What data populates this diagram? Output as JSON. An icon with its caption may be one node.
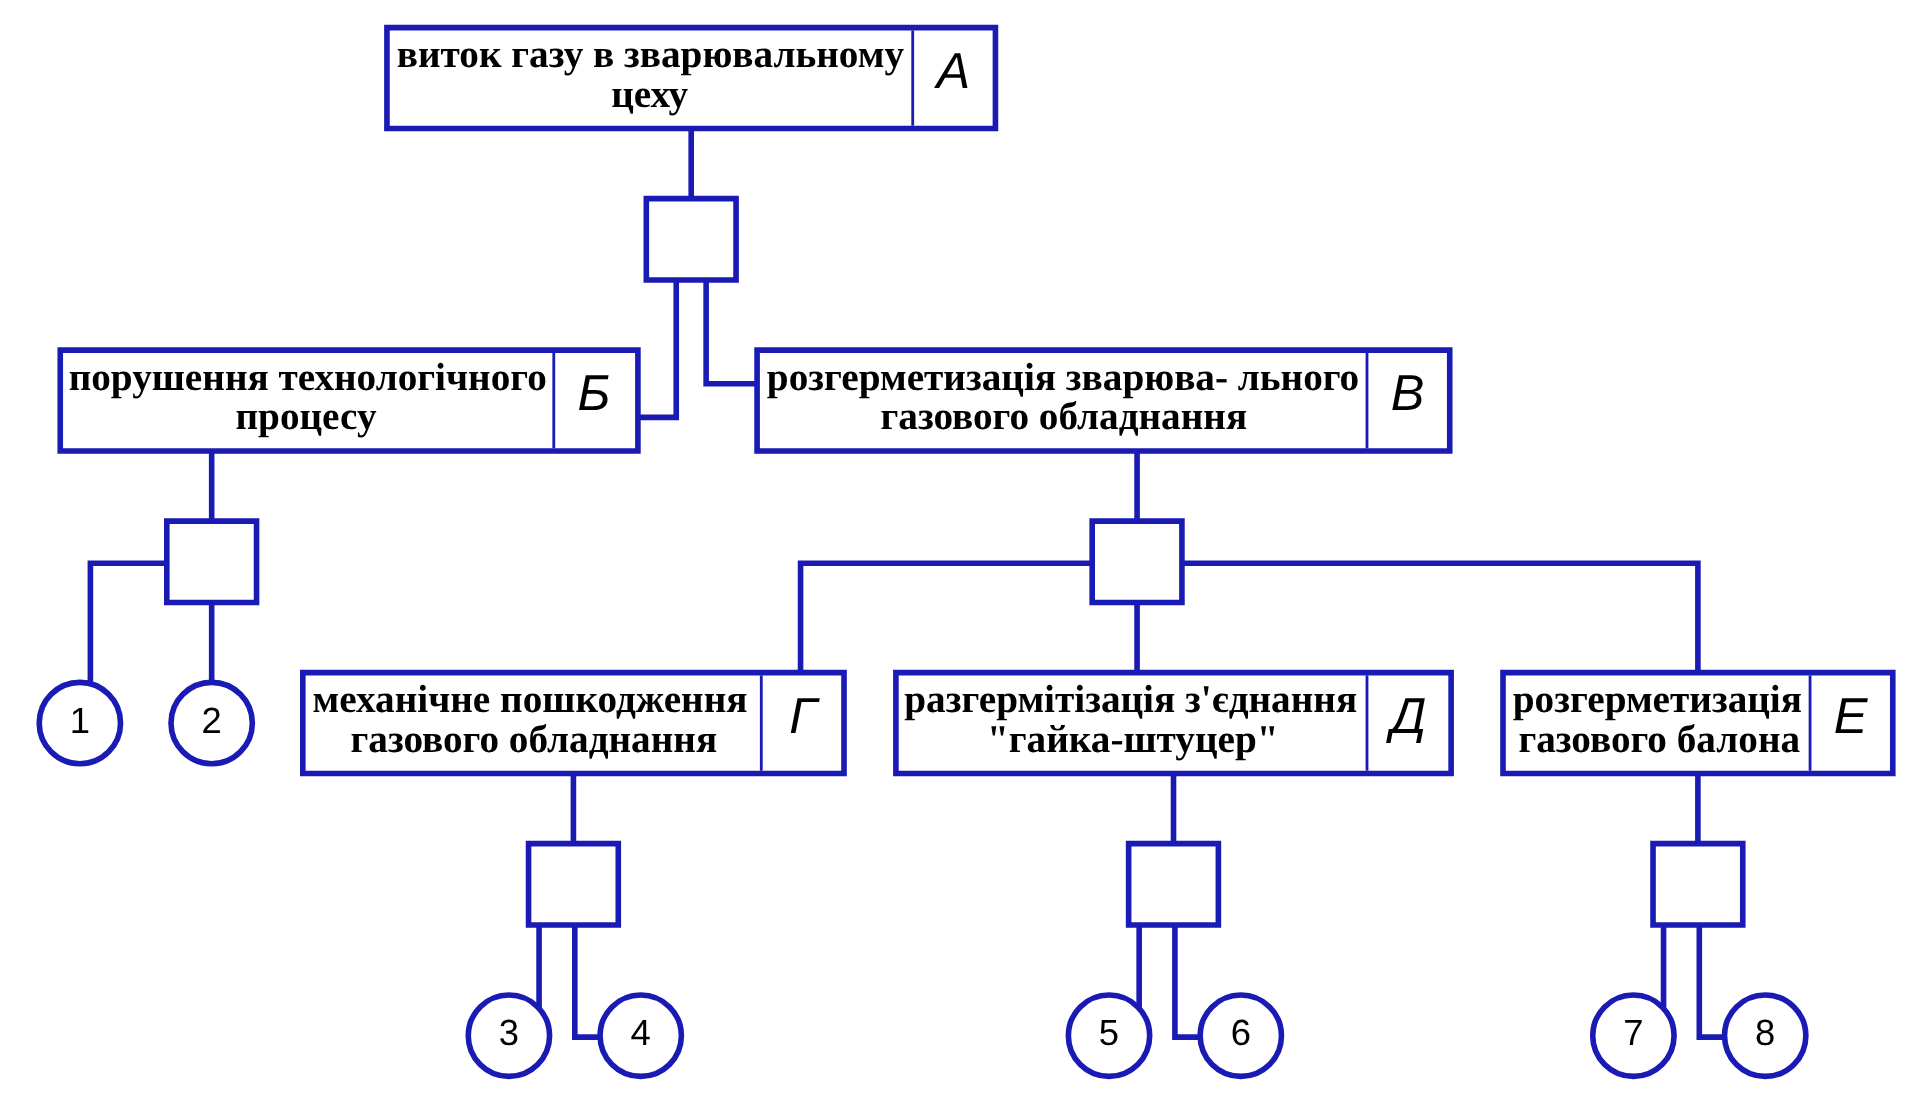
{
  "diagram": {
    "nodes": [
      {
        "text": [
          "виток газу в зварювальному цеху",
          "А"
        ]
      },
      {
        "text": [],
        "shape": "box"
      },
      {
        "text": [
          "порушення технологічного процесу",
          "Б"
        ]
      },
      {
        "text": [
          "розгерметизація зварюва- льного газового обладнання",
          "В"
        ]
      },
      {
        "text": [],
        "shape": "box"
      },
      {
        "text": [
          "1"
        ]
      },
      {
        "text": [
          "2"
        ]
      },
      {
        "text": [],
        "shape": "box"
      },
      {
        "text": [
          "механічне пошкодження газового обладнання",
          "Г"
        ]
      },
      {
        "text": [
          "разгермітізація з'єднання \"гайка-штуцер\"",
          "Д"
        ]
      },
      {
        "text": [
          "розгерметизація газового балона",
          "Е"
        ]
      },
      {
        "text": [],
        "shape": "box"
      },
      {
        "text": [
          "3"
        ]
      },
      {
        "text": [
          "4"
        ]
      },
      {
        "text": [],
        "shape": "box"
      },
      {
        "text": [
          "5"
        ]
      },
      {
        "text": [
          "6"
        ]
      },
      {
        "text": [],
        "shape": "box"
      },
      {
        "text": [
          "7"
        ]
      },
      {
        "text": [
          "8"
        ]
      }
    ],
    "edges": [
      {
        "from": 0,
        "to": 1,
        "arrow": "none"
      },
      {
        "from": 1,
        "to": 2,
        "arrow": "none"
      },
      {
        "from": 1,
        "to": 3,
        "arrow": "none"
      },
      {
        "from": 2,
        "to": 4,
        "arrow": "none"
      },
      {
        "from": 4,
        "to": 5,
        "arrow": "none"
      },
      {
        "from": 4,
        "to": 6,
        "arrow": "none"
      },
      {
        "from": 3,
        "to": 7,
        "arrow": "none"
      },
      {
        "from": 7,
        "to": 8,
        "arrow": "none"
      },
      {
        "from": 7,
        "to": 9,
        "arrow": "none"
      },
      {
        "from": 7,
        "to": 10,
        "arrow": "none"
      },
      {
        "from": 8,
        "to": 11,
        "arrow": "none"
      },
      {
        "from": 11,
        "to": 12,
        "arrow": "none"
      },
      {
        "from": 11,
        "to": 13,
        "arrow": "none"
      },
      {
        "from": 9,
        "to": 14,
        "arrow": "none"
      },
      {
        "from": 14,
        "to": 15,
        "arrow": "none"
      },
      {
        "from": 14,
        "to": 16,
        "arrow": "none"
      },
      {
        "from": 10,
        "to": 17,
        "arrow": "none"
      },
      {
        "from": 17,
        "to": 18,
        "arrow": "none"
      },
      {
        "from": 17,
        "to": 19,
        "arrow": "none"
      }
    ]
  }
}
